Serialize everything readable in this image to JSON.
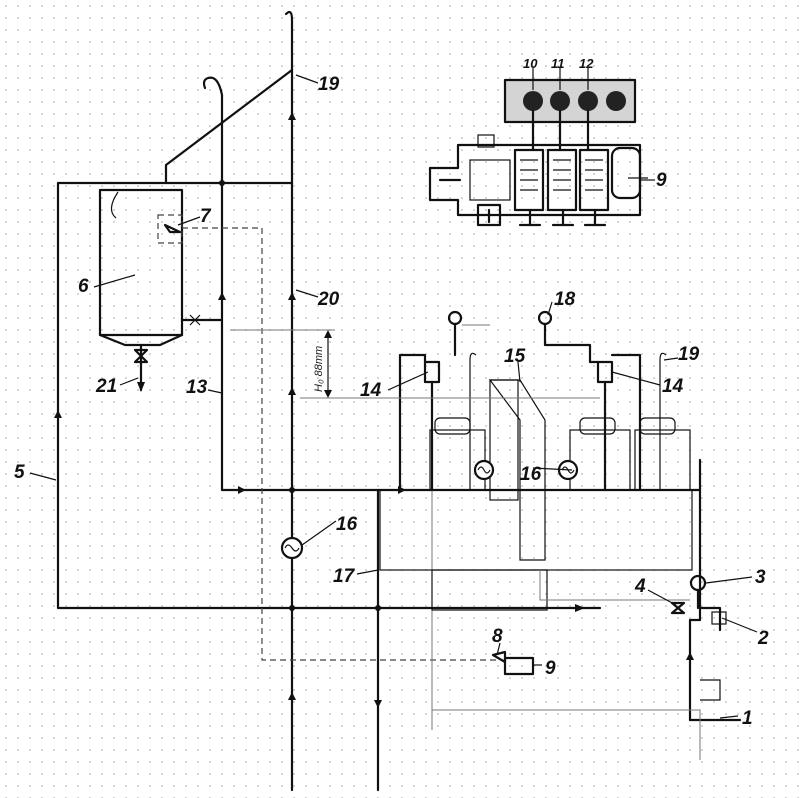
{
  "labels": {
    "l1": "1",
    "l2": "2",
    "l3": "3",
    "l4": "4",
    "l5": "5",
    "l6": "6",
    "l7": "7",
    "l8": "8",
    "l9a": "9",
    "l9b": "9",
    "l10": "10",
    "l11": "11",
    "l12": "12",
    "l13": "13",
    "l14a": "14",
    "l14b": "14",
    "l15": "15",
    "l16a": "16",
    "l16b": "16",
    "l17": "17",
    "l18": "18",
    "l19a": "19",
    "l19b": "19",
    "l20": "20",
    "l21": "21"
  },
  "dimension_text": "H₀ 88mm"
}
